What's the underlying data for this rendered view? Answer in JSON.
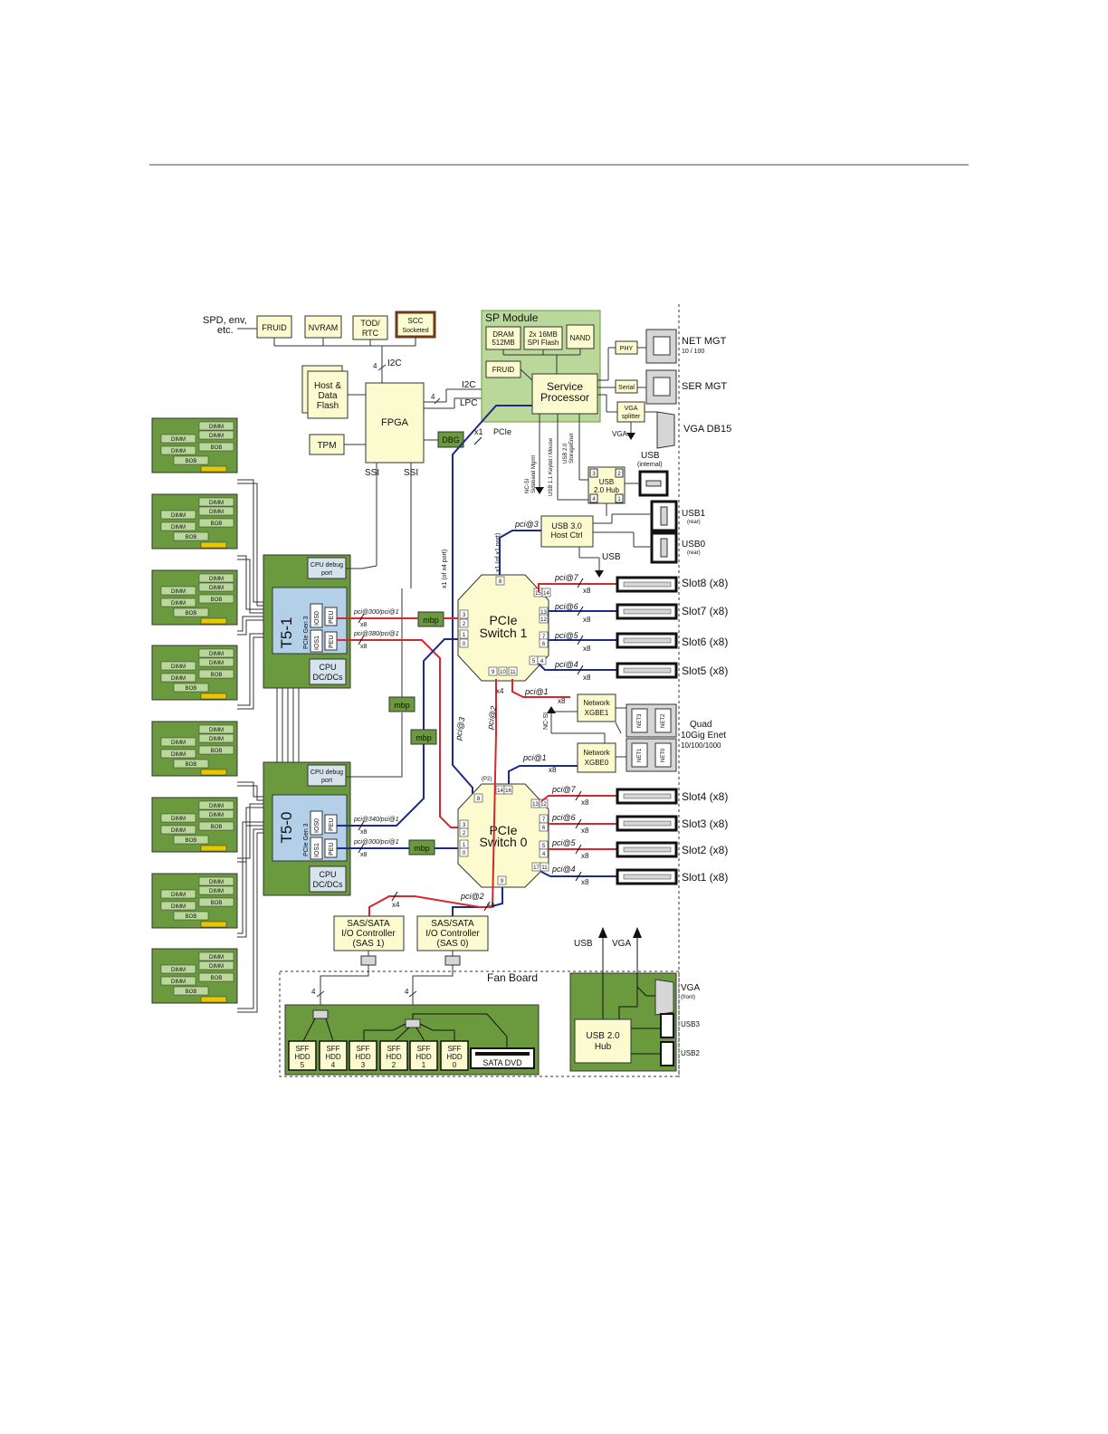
{
  "top_left": {
    "line1": "SPD, env,",
    "line2": "etc."
  },
  "spi": {
    "fruid": "FRUID",
    "nvram": "NVRAM",
    "tod1": "TOD/",
    "tod2": "RTC",
    "scc1": "SCC",
    "scc2": "Socketed",
    "host1": "Host &",
    "host2": "Data",
    "host3": "Flash",
    "fpga": "FPGA",
    "tpm": "TPM",
    "dbg": "DBG",
    "i2c": "I2C",
    "lpc": "LPC",
    "ssi": "SSI",
    "x1": "x1",
    "pcie": "PCIe",
    "four": "4"
  },
  "sp_module": {
    "title": "SP Module",
    "dram1": "DRAM",
    "dram2": "512MB",
    "flash1": "2x 16MB",
    "flash2": "SPI Flash",
    "nand": "NAND",
    "fruid": "FRUID",
    "sp1": "Service",
    "sp2": "Processor",
    "phy": "PHY",
    "serial": "Serial",
    "vga1": "VGA",
    "vga2": "splitter",
    "vert1": "NC-SI",
    "vert2": "Sideband Mgmt",
    "vert3": "USB 1.1 Keybd / Mouse",
    "vert4": "USB 2.0",
    "vert5": "StorageEnet"
  },
  "rear_ports": {
    "net_mgt": "NET MGT",
    "net_mgt_speed": "10 / 100",
    "ser_mgt": "SER MGT",
    "vga_db15": "VGA DB15",
    "vga": "VGA",
    "usb": "USB",
    "usb_internal": "(internal)",
    "usb1": "USB1",
    "usb1_sub": "(rear)",
    "usb0": "USB0",
    "usb0_sub": "(rear)",
    "usb_hub1": "USB",
    "usb_hub2": "2.0 Hub",
    "usb3_1": "USB 3.0",
    "usb3_2": "Host Ctrl",
    "usb_label": "USB"
  },
  "dimm": {
    "dimm": "DIMM",
    "bob": "BOB"
  },
  "cpu1": {
    "name": "T5-1",
    "debug1": "CPU debug",
    "debug2": "port",
    "pcie_gen3": "PCIe Gen 3",
    "ios0": "IOS0",
    "ios1": "IOS1",
    "peu": "PEU",
    "dcdc1": "CPU",
    "dcdc2": "DC/DCs",
    "link_a": "pci@300/pci@1",
    "link_b": "pci@380/pci@1"
  },
  "cpu0": {
    "name": "T5-0",
    "debug1": "CPU debug",
    "debug2": "port",
    "pcie_gen3": "PCIe Gen 3",
    "ios0": "IOS0",
    "ios1": "IOS1",
    "peu": "PEU",
    "dcdc1": "CPU",
    "dcdc2": "DC/DCs",
    "link_a": "pci@340/pci@1",
    "link_b": "pci@300/pci@1"
  },
  "mbp": "mbp",
  "x8": "x8",
  "x4": "x4",
  "switch1": {
    "line1": "PCIe",
    "line2": "Switch 1",
    "ports": [
      "8",
      "15",
      "14",
      "13",
      "12",
      "7",
      "6",
      "5",
      "4",
      "9",
      "10",
      "11",
      "3",
      "2",
      "1",
      "0"
    ]
  },
  "switch0": {
    "line1": "PCIe",
    "line2": "Switch 0",
    "p2": "(P2)",
    "ports": [
      "8",
      "14",
      "16",
      "13",
      "12",
      "7",
      "6",
      "5",
      "4",
      "9",
      "17",
      "11",
      "3",
      "2",
      "1",
      "0"
    ]
  },
  "pci_labels": {
    "p7": "pci@7",
    "p6": "pci@6",
    "p5": "pci@5",
    "p4": "pci@4",
    "p3": "pci@3",
    "p2": "pci@2",
    "p1": "pci@1",
    "x1_port": "x1 (of x1 port)",
    "x1_port2": "x1 (of x4 port)"
  },
  "slots": {
    "s8": "Slot8 (x8)",
    "s7": "Slot7 (x8)",
    "s6": "Slot6 (x8)",
    "s5": "Slot5 (x8)",
    "s4": "Slot4 (x8)",
    "s3": "Slot3 (x8)",
    "s2": "Slot2 (x8)",
    "s1": "Slot1 (x8)"
  },
  "network": {
    "xgbe1_1": "Network",
    "xgbe1_2": "XGBE1",
    "xgbe0_1": "Network",
    "xgbe0_2": "XGBE0",
    "ncsi": "NC-SI",
    "quad1": "Quad",
    "quad2": "10Gig Enet",
    "quad3": "10/100/1000",
    "net0": "NET0",
    "net1": "NET1",
    "net2": "NET2",
    "net3": "NET3"
  },
  "sas1": {
    "l1": "SAS/SATA",
    "l2": "I/O Controller",
    "l3": "(SAS 1)"
  },
  "sas0": {
    "l1": "SAS/SATA",
    "l2": "I/O Controller",
    "l3": "(SAS 0)"
  },
  "fan_board": "Fan Board",
  "hdd": [
    {
      "a": "SFF",
      "b": "HDD",
      "c": "5"
    },
    {
      "a": "SFF",
      "b": "HDD",
      "c": "4"
    },
    {
      "a": "SFF",
      "b": "HDD",
      "c": "3"
    },
    {
      "a": "SFF",
      "b": "HDD",
      "c": "2"
    },
    {
      "a": "SFF",
      "b": "HDD",
      "c": "1"
    },
    {
      "a": "SFF",
      "b": "HDD",
      "c": "0"
    }
  ],
  "sata_dvd": "SATA DVD",
  "front": {
    "usb": "USB",
    "vga": "VGA",
    "vga_port": "VGA",
    "vga_sub": "(front)",
    "usb3": "USB3",
    "usb2": "USB2",
    "hub1": "USB 2.0",
    "hub2": "Hub"
  },
  "colors": {
    "green": "#6b9a3e",
    "light_green": "#b9d89a",
    "box_yellow": "#fbfbcf",
    "cpu_blue": "#b4cfe8",
    "red_line": "#d6262f",
    "blue_line": "#1c2a8c"
  }
}
